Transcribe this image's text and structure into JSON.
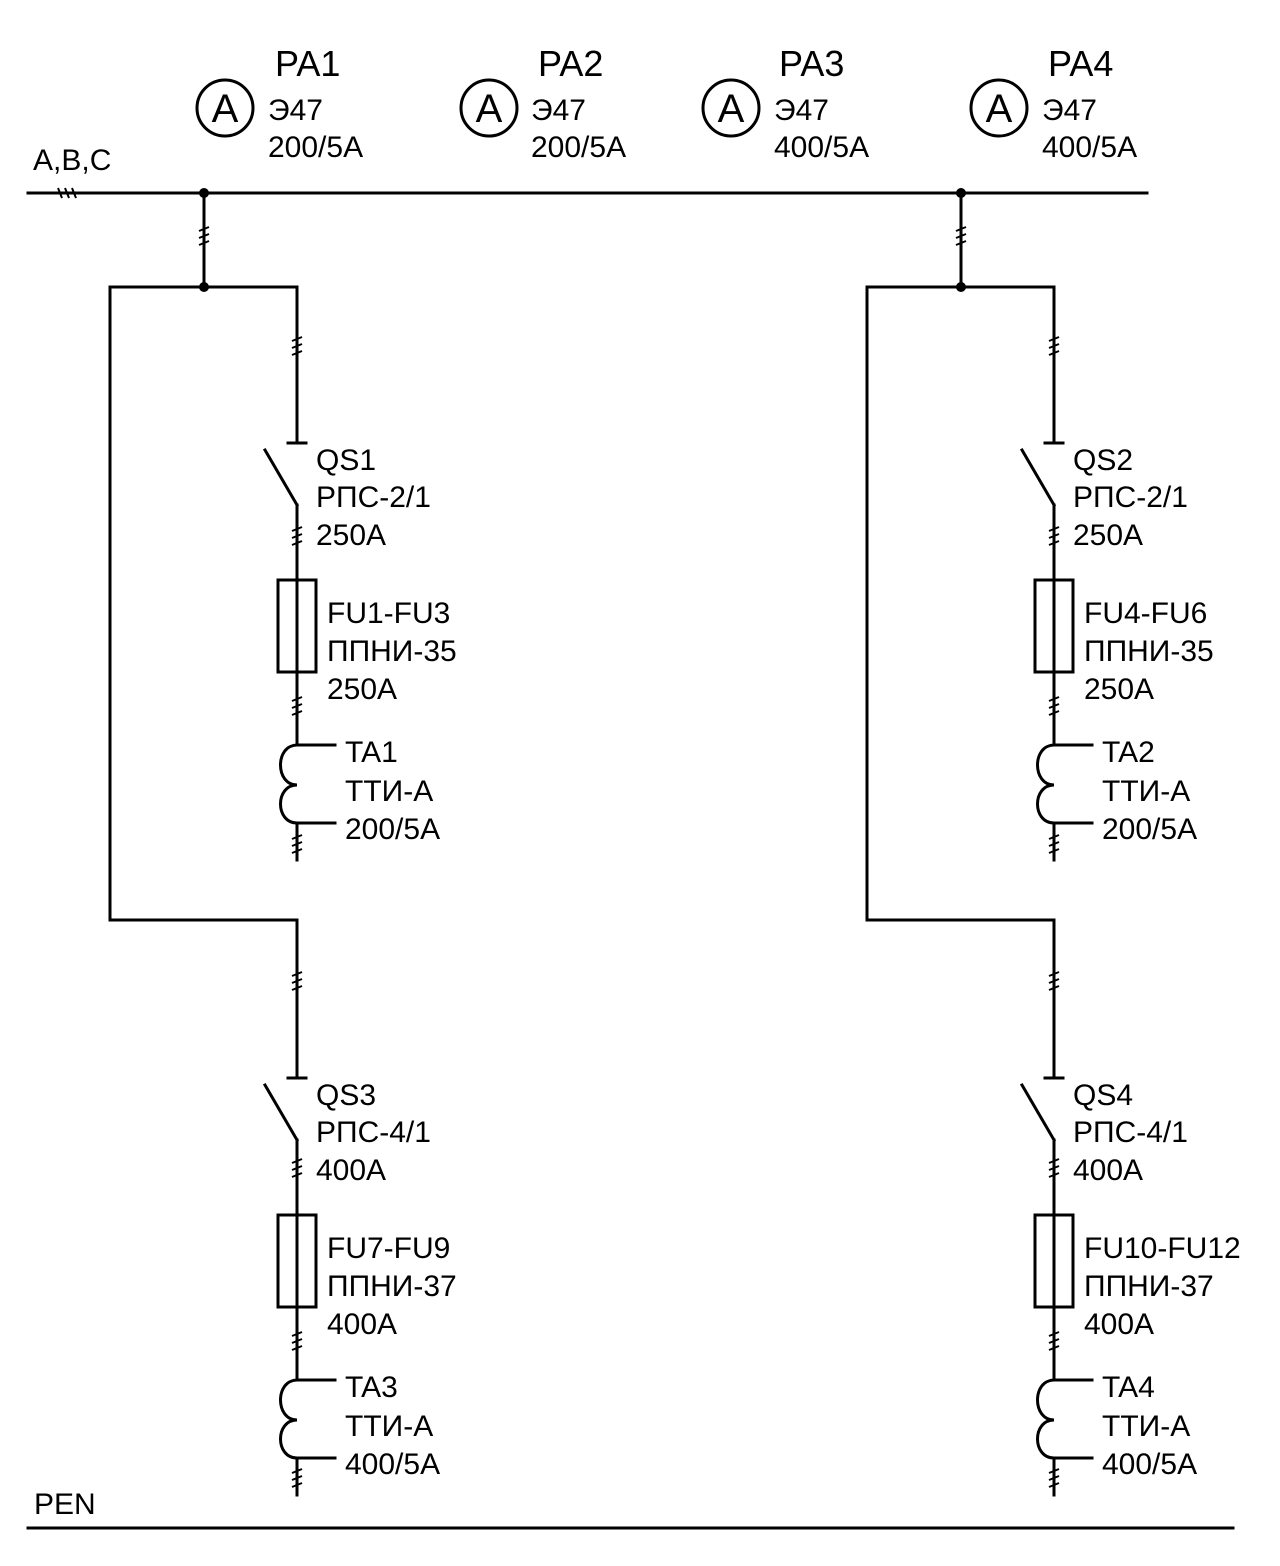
{
  "bus": {
    "label": "A,B,C",
    "pen_label": "PEN"
  },
  "meters": [
    {
      "id": "PA1",
      "symbol": "A",
      "type": "Э47",
      "rating": "200/5A"
    },
    {
      "id": "PA2",
      "symbol": "A",
      "type": "Э47",
      "rating": "200/5A"
    },
    {
      "id": "PA3",
      "symbol": "A",
      "type": "Э47",
      "rating": "400/5A"
    },
    {
      "id": "PA4",
      "symbol": "A",
      "type": "Э47",
      "rating": "400/5A"
    }
  ],
  "switches": [
    {
      "id": "QS1",
      "type": "РПС-2/1",
      "rating": "250A"
    },
    {
      "id": "QS2",
      "type": "РПС-2/1",
      "rating": "250A"
    },
    {
      "id": "QS3",
      "type": "РПС-4/1",
      "rating": "400A"
    },
    {
      "id": "QS4",
      "type": "РПС-4/1",
      "rating": "400A"
    }
  ],
  "fuses": [
    {
      "id": "FU1-FU3",
      "type": "ППНИ-35",
      "rating": "250A"
    },
    {
      "id": "FU4-FU6",
      "type": "ППНИ-35",
      "rating": "250A"
    },
    {
      "id": "FU7-FU9",
      "type": "ППНИ-37",
      "rating": "400A"
    },
    {
      "id": "FU10-FU12",
      "type": "ППНИ-37",
      "rating": "400A"
    }
  ],
  "transformers": [
    {
      "id": "TA1",
      "type": "ТТИ-А",
      "rating": "200/5A"
    },
    {
      "id": "TA2",
      "type": "ТТИ-А",
      "rating": "200/5A"
    },
    {
      "id": "TA3",
      "type": "ТТИ-А",
      "rating": "400/5A"
    },
    {
      "id": "TA4",
      "type": "ТТИ-А",
      "rating": "400/5A"
    }
  ]
}
